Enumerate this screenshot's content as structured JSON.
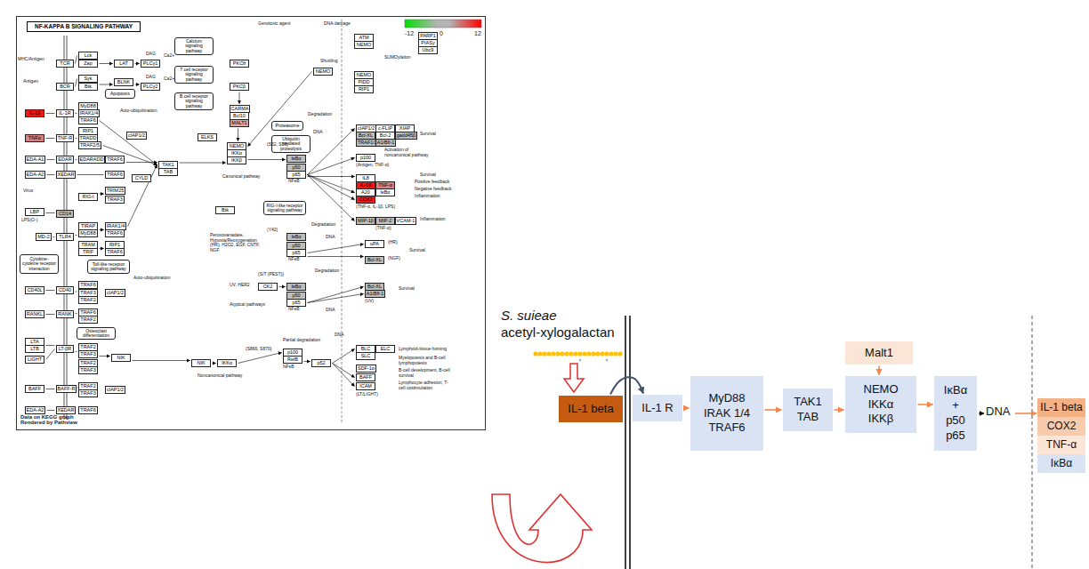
{
  "diagram": {
    "nodes": [
      {
        "text": [
          "Data on KEGG graph Rendered by Pathview"
        ]
      },
      {
        "text": [
          "NF-KAPPA B SIGNALING PATHWAY"
        ],
        "in": 0
      },
      {
        "text": [
          "IL-1β"
        ],
        "in": 0
      },
      {
        "text": [
          "TNFα"
        ],
        "in": 0
      },
      {
        "text": [
          "EDA-A1"
        ],
        "in": 0
      },
      {
        "text": [
          "EDA-A2"
        ],
        "in": 0
      },
      {
        "text": [
          "LBP"
        ],
        "in": 0
      },
      {
        "text": [
          "MD-2"
        ],
        "in": 0
      },
      {
        "text": [
          "CD40L"
        ],
        "in": 0
      },
      {
        "text": [
          "RANKL"
        ],
        "in": 0
      },
      {
        "text": [
          "LTA"
        ],
        "in": 0
      },
      {
        "text": [
          "LTB"
        ],
        "in": 0
      },
      {
        "text": [
          "LIGHT"
        ],
        "in": 0
      },
      {
        "text": [
          "BAFF"
        ],
        "in": 0
      },
      {
        "text": [
          "EDA-A2"
        ],
        "in": 0
      },
      {
        "text": [
          "Cytokine-cytokine receptor interaction"
        ],
        "in": 0
      },
      {
        "text": [
          "TCR"
        ],
        "in": 0
      },
      {
        "text": [
          "BCR"
        ],
        "in": 0
      },
      {
        "text": [
          "IL-1R"
        ],
        "in": 0
      },
      {
        "text": [
          "TNF-R"
        ],
        "in": 0
      },
      {
        "text": [
          "EDAR"
        ],
        "in": 0
      },
      {
        "text": [
          "XEDAR"
        ],
        "in": 0
      },
      {
        "text": [
          "CD14"
        ],
        "in": 0
      },
      {
        "text": [
          "TLR4"
        ],
        "in": 0
      },
      {
        "text": [
          "CD40"
        ],
        "in": 0
      },
      {
        "text": [
          "RANK"
        ],
        "in": 0
      },
      {
        "text": [
          "LT-βR"
        ],
        "in": 0
      },
      {
        "text": [
          "BAFF-R"
        ],
        "in": 0
      },
      {
        "text": [
          "XEDAR"
        ],
        "in": 0
      },
      {
        "text": [
          "Lck"
        ],
        "in": 0
      },
      {
        "text": [
          "Zap"
        ],
        "in": 0
      },
      {
        "text": [
          "Syk"
        ],
        "in": 0
      },
      {
        "text": [
          "Btk"
        ],
        "in": 0
      },
      {
        "text": [
          "MyD88"
        ],
        "in": 0
      },
      {
        "text": [
          "IRAK1/4"
        ],
        "in": 0
      },
      {
        "text": [
          "TRAF6"
        ],
        "in": 0
      },
      {
        "text": [
          "RIP1"
        ],
        "in": 0
      },
      {
        "text": [
          "TRADD"
        ],
        "in": 0
      },
      {
        "text": [
          "TRAF2/5"
        ],
        "in": 0
      },
      {
        "text": [
          "EDARADD"
        ],
        "in": 0
      },
      {
        "text": [
          "TRAF6"
        ],
        "in": 0
      },
      {
        "text": [
          "TRAF6"
        ],
        "in": 0
      },
      {
        "text": [
          "RIG-I"
        ],
        "in": 0
      },
      {
        "text": [
          "TRIM25"
        ],
        "in": 0
      },
      {
        "text": [
          "TRAF3"
        ],
        "in": 0
      },
      {
        "text": [
          "TIRAP"
        ],
        "in": 0
      },
      {
        "text": [
          "MyD88"
        ],
        "in": 0
      },
      {
        "text": [
          "TRAM"
        ],
        "in": 0
      },
      {
        "text": [
          "TRIF"
        ],
        "in": 0
      },
      {
        "text": [
          "IRAK1/4"
        ],
        "in": 0
      },
      {
        "text": [
          "TRAF6"
        ],
        "in": 0
      },
      {
        "text": [
          "RIP1"
        ],
        "in": 0
      },
      {
        "text": [
          "TRAF6"
        ],
        "in": 0
      },
      {
        "text": [
          "Toll-like receptor signaling pathway"
        ],
        "in": 0
      },
      {
        "text": [
          "TRAF6"
        ],
        "in": 0
      },
      {
        "text": [
          "TRAF3"
        ],
        "in": 0
      },
      {
        "text": [
          "TRAF2"
        ],
        "in": 0
      },
      {
        "text": [
          "cIAP1/2"
        ],
        "in": 0
      },
      {
        "text": [
          "TRAF6"
        ],
        "in": 0
      },
      {
        "text": [
          "TRAF2"
        ],
        "in": 0
      },
      {
        "text": [
          "Osteoclast differentiation"
        ],
        "in": 0
      },
      {
        "text": [
          "TRAF2"
        ],
        "in": 0
      },
      {
        "text": [
          "TRAF3"
        ],
        "in": 0
      },
      {
        "text": [
          "TRAF2"
        ],
        "in": 0
      },
      {
        "text": [
          "TRAF3"
        ],
        "in": 0
      },
      {
        "text": [
          "NIK"
        ],
        "in": 0
      },
      {
        "text": [
          "TRAF2"
        ],
        "in": 0
      },
      {
        "text": [
          "TRAF3"
        ],
        "in": 0
      },
      {
        "text": [
          "cIAP1/2"
        ],
        "in": 0
      },
      {
        "text": [
          "TRAF6"
        ],
        "in": 0
      },
      {
        "text": [
          "LAT"
        ],
        "in": 0
      },
      {
        "text": [
          "PLCγ1"
        ],
        "in": 0
      },
      {
        "text": [
          "BLNK"
        ],
        "in": 0
      },
      {
        "text": [
          "PLCγ2"
        ],
        "in": 0
      },
      {
        "text": [
          "Calcium signaling pathway"
        ],
        "in": 0
      },
      {
        "text": [
          "T cell receptor signaling pathway"
        ],
        "in": 0
      },
      {
        "text": [
          "B cell receptor signaling pathway"
        ],
        "in": 0
      },
      {
        "text": [
          "PKCθ"
        ],
        "in": 0
      },
      {
        "text": [
          "PKCβ"
        ],
        "in": 0
      },
      {
        "text": [
          "CARMA"
        ],
        "in": 0
      },
      {
        "text": [
          "Bcl10"
        ],
        "in": 0
      },
      {
        "text": [
          "MALT1"
        ],
        "in": 0
      },
      {
        "text": [
          "ELKS"
        ],
        "in": 0
      },
      {
        "text": [
          "Apoptosis"
        ],
        "in": 0
      },
      {
        "text": [
          "cIAP1/2"
        ],
        "in": 0
      },
      {
        "text": [
          "CYLD"
        ],
        "in": 0
      },
      {
        "text": [
          "TAK1"
        ],
        "in": 0
      },
      {
        "text": [
          "TAB"
        ],
        "in": 0
      },
      {
        "text": [
          "NEMO"
        ],
        "in": 0
      },
      {
        "text": [
          "IKKα"
        ],
        "in": 0
      },
      {
        "text": [
          "IKKβ"
        ],
        "in": 0
      },
      {
        "text": [
          "Proteasome"
        ],
        "in": 0
      },
      {
        "text": [
          "Ubiquitin mediated proteolysis"
        ],
        "in": 0
      },
      {
        "text": [
          "ATM"
        ],
        "in": 0
      },
      {
        "text": [
          "NEMO"
        ],
        "in": 0
      },
      {
        "text": [
          "PARP1"
        ],
        "in": 0
      },
      {
        "text": [
          "PIASy"
        ],
        "in": 0
      },
      {
        "text": [
          "Ubc9"
        ],
        "in": 0
      },
      {
        "text": [
          "NEMO"
        ],
        "in": 0
      },
      {
        "text": [
          "NEMO"
        ],
        "in": 0
      },
      {
        "text": [
          "PIDD"
        ],
        "in": 0
      },
      {
        "text": [
          "RIP1"
        ],
        "in": 0
      },
      {
        "text": [
          "IκBα"
        ],
        "in": 0
      },
      {
        "text": [
          "p50"
        ],
        "in": 0
      },
      {
        "text": [
          "p65"
        ],
        "in": 0
      },
      {
        "text": [
          "cIAP1/2"
        ],
        "in": 0
      },
      {
        "text": [
          "c-FLIP"
        ],
        "in": 0
      },
      {
        "text": [
          "XIAP"
        ],
        "in": 0
      },
      {
        "text": [
          "Bcl-XL"
        ],
        "in": 0
      },
      {
        "text": [
          "Bcl-2"
        ],
        "in": 0
      },
      {
        "text": [
          "gadd45β"
        ],
        "in": 0
      },
      {
        "text": [
          "TRAF1/2"
        ],
        "in": 0
      },
      {
        "text": [
          "A1/Bfl-1"
        ],
        "in": 0
      },
      {
        "text": [
          "p100"
        ],
        "in": 0
      },
      {
        "text": [
          "IL8"
        ],
        "in": 0
      },
      {
        "text": [
          "IL-1β"
        ],
        "in": 0
      },
      {
        "text": [
          "TNF-α"
        ],
        "in": 0
      },
      {
        "text": [
          "A20"
        ],
        "in": 0
      },
      {
        "text": [
          "IκBα"
        ],
        "in": 0
      },
      {
        "text": [
          "COX2"
        ],
        "in": 0
      },
      {
        "text": [
          "MIP-1β"
        ],
        "in": 0
      },
      {
        "text": [
          "MIP-2"
        ],
        "in": 0
      },
      {
        "text": [
          "VCAM-1"
        ],
        "in": 0
      },
      {
        "text": [
          "RIG-I-like receptor signaling pathway"
        ],
        "in": 0
      },
      {
        "text": [
          "IκBα"
        ],
        "in": 0
      },
      {
        "text": [
          "p50"
        ],
        "in": 0
      },
      {
        "text": [
          "p65"
        ],
        "in": 0
      },
      {
        "text": [
          "uPA"
        ],
        "in": 0
      },
      {
        "text": [
          "Bcl-XL"
        ],
        "in": 0
      },
      {
        "text": [
          "CK2"
        ],
        "in": 0
      },
      {
        "text": [
          "IκBα"
        ],
        "in": 0
      },
      {
        "text": [
          "p50"
        ],
        "in": 0
      },
      {
        "text": [
          "p65"
        ],
        "in": 0
      },
      {
        "text": [
          "Bcl-XL"
        ],
        "in": 0
      },
      {
        "text": [
          "A1/Bfl-1"
        ],
        "in": 0
      },
      {
        "text": [
          "Btk"
        ],
        "in": 0
      },
      {
        "text": [
          "NIK"
        ],
        "in": 0
      },
      {
        "text": [
          "IKKα"
        ],
        "in": 0
      },
      {
        "text": [
          "p100"
        ],
        "in": 0
      },
      {
        "text": [
          "RelB"
        ],
        "in": 0
      },
      {
        "text": [
          "p52"
        ],
        "in": 0
      },
      {
        "text": [
          "BLC"
        ],
        "in": 0
      },
      {
        "text": [
          "ELC"
        ],
        "in": 0
      },
      {
        "text": [
          "SLC"
        ],
        "in": 0
      },
      {
        "text": [
          "SDF-1α"
        ],
        "in": 0
      },
      {
        "text": [
          "BAFF"
        ],
        "in": 0
      },
      {
        "text": [
          "ICAM"
        ],
        "in": 0
      },
      {
        "text": [
          "IL-1 beta"
        ]
      },
      {
        "text": [
          "IL-1 R"
        ]
      },
      {
        "text": [
          "MyD88",
          "IRAK 1/4",
          "TRAF6"
        ]
      },
      {
        "text": [
          "TAK1",
          "TAB"
        ]
      },
      {
        "text": [
          "Malt1"
        ]
      },
      {
        "text": [
          "NEMO",
          "IKKα",
          "IKKβ"
        ]
      },
      {
        "text": [
          "IκBα",
          "+",
          "p50",
          "p65"
        ]
      },
      {
        "text": [
          "IL-1 beta"
        ]
      },
      {
        "text": [
          "COX2"
        ]
      },
      {
        "text": [
          "TNF-α"
        ]
      },
      {
        "text": [
          "IκBα"
        ]
      }
    ],
    "edges": [
      {
        "from": 2,
        "to": 18,
        "arrow": "none"
      },
      {
        "from": 3,
        "to": 19,
        "arrow": "none"
      },
      {
        "from": 4,
        "to": 20,
        "arrow": "none"
      },
      {
        "from": 5,
        "to": 21,
        "arrow": "none"
      },
      {
        "from": 6,
        "to": 22,
        "arrow": "none"
      },
      {
        "from": 7,
        "to": 23,
        "arrow": "none"
      },
      {
        "from": 8,
        "to": 24,
        "arrow": "none"
      },
      {
        "from": 9,
        "to": 25,
        "arrow": "none"
      },
      {
        "from": 10,
        "to": 26,
        "arrow": "none"
      },
      {
        "from": 12,
        "to": 26,
        "arrow": "none"
      },
      {
        "from": 13,
        "to": 27,
        "arrow": "none"
      },
      {
        "from": 14,
        "to": 28,
        "arrow": "none"
      },
      {
        "from": 16,
        "to": 29,
        "arrow": "none"
      },
      {
        "from": 17,
        "to": 31,
        "arrow": "none"
      },
      {
        "from": 18,
        "to": 34,
        "arrow": "none"
      },
      {
        "from": 19,
        "to": 37,
        "arrow": "none"
      },
      {
        "from": 20,
        "to": 39,
        "arrow": "none"
      },
      {
        "from": 21,
        "to": 41,
        "arrow": "none"
      },
      {
        "from": 23,
        "to": 46,
        "arrow": "none"
      },
      {
        "from": 24,
        "to": 55,
        "arrow": "none"
      },
      {
        "from": 25,
        "to": 58,
        "arrow": "none"
      },
      {
        "from": 26,
        "to": 62,
        "arrow": "none"
      },
      {
        "from": 27,
        "to": 66,
        "arrow": "none"
      },
      {
        "from": 28,
        "to": 69,
        "arrow": "none"
      },
      {
        "from": 30,
        "to": 70,
        "arrow": "to"
      },
      {
        "from": 70,
        "to": 71,
        "arrow": "to"
      },
      {
        "from": 32,
        "to": 72,
        "arrow": "to"
      },
      {
        "from": 72,
        "to": 73,
        "arrow": "to"
      },
      {
        "from": 78,
        "to": 79,
        "arrow": "to"
      },
      {
        "from": 39,
        "to": 40,
        "arrow": "to"
      },
      {
        "from": 42,
        "to": 43,
        "arrow": "to"
      },
      {
        "from": 46,
        "to": 49,
        "arrow": "to"
      },
      {
        "from": 48,
        "to": 51,
        "arrow": "to"
      },
      {
        "from": 35,
        "to": 86,
        "arrow": "to"
      },
      {
        "from": 38,
        "to": 86,
        "arrow": "to"
      },
      {
        "from": 40,
        "to": 86,
        "arrow": "to"
      },
      {
        "from": 49,
        "to": 86,
        "arrow": "to"
      },
      {
        "from": 81,
        "to": 88,
        "arrow": "to"
      },
      {
        "from": 86,
        "to": 90,
        "arrow": "to"
      },
      {
        "from": 98,
        "to": 88,
        "arrow": "to"
      },
      {
        "from": 90,
        "to": 102,
        "arrow": "to"
      },
      {
        "from": 104,
        "to": 105,
        "arrow": "to"
      },
      {
        "from": 104,
        "to": 113,
        "arrow": "to"
      },
      {
        "from": 104,
        "to": 114,
        "arrow": "to"
      },
      {
        "from": 104,
        "to": 117,
        "arrow": "to"
      },
      {
        "from": 104,
        "to": 119,
        "arrow": "to"
      },
      {
        "from": 104,
        "to": 120,
        "arrow": "to"
      },
      {
        "from": 126,
        "to": 127,
        "arrow": "to"
      },
      {
        "from": 126,
        "to": 128,
        "arrow": "to"
      },
      {
        "from": 129,
        "to": 130,
        "arrow": "to"
      },
      {
        "from": 132,
        "to": 133,
        "arrow": "to"
      },
      {
        "from": 132,
        "to": 134,
        "arrow": "to"
      },
      {
        "from": 62,
        "to": 65,
        "arrow": "to"
      },
      {
        "from": 65,
        "to": 136,
        "arrow": "to"
      },
      {
        "from": 136,
        "to": 137,
        "arrow": "to"
      },
      {
        "from": 137,
        "to": 138,
        "arrow": "to"
      },
      {
        "from": 139,
        "to": 140,
        "arrow": "to"
      },
      {
        "from": 140,
        "to": 141,
        "arrow": "to"
      },
      {
        "from": 140,
        "to": 145,
        "arrow": "to"
      },
      {
        "from": 140,
        "to": 146,
        "arrow": "to"
      },
      {
        "from": 147,
        "to": 148,
        "arrow": "to"
      },
      {
        "from": 148,
        "to": 149,
        "arrow": "to"
      },
      {
        "from": 149,
        "to": 150,
        "arrow": "to"
      },
      {
        "from": 150,
        "to": 152,
        "arrow": "to"
      },
      {
        "from": 151,
        "to": 152,
        "arrow": "to"
      },
      {
        "from": 152,
        "to": 153,
        "arrow": "to"
      }
    ],
    "labels": [
      "-12",
      "0",
      "12",
      "MHC/Antigen",
      "Antigen",
      "Virus",
      "LPS(O-)",
      "DAG",
      "DAG",
      "Ca2+",
      "Ca2+",
      "Auto-ubiquitination",
      "Auto-ubiquitination",
      "Shuttling",
      "SUMOylation",
      "Genotoxic agent",
      "DNA damage",
      "Canonical pathway",
      "(S32, S36)",
      "Degradation",
      "NFκB",
      "DNA",
      "Survival",
      "Activation of noncanonical pathway",
      "(Antigen, TNF-α)",
      "Survival",
      "Positive feedback",
      "Negative feedback",
      "Inflammation",
      "(TNF-α, IL-1β, LPS)",
      "Inflammation",
      "(TNF-α)",
      "(Y42)",
      "Degradation",
      "NFκB",
      "Peroxovanadate, Hypoxia/Reoxygenation (HR), H2O2, EGF, CNTF, NGF",
      "DNA",
      "(HR)",
      "(NGF)",
      "Survival",
      "UV, HER2",
      "(S/T (PEST))",
      "Degradation",
      "NFκB",
      "Atypical pathways",
      "DNA",
      "(UV)",
      "Survival",
      "(S866, S870)",
      "Partial degradation",
      "NFκB",
      "Noncanonical pathway",
      "DNA",
      "Lymphoid-tissue homing",
      "Myelopoiesis and B-cell lymphopoiesis",
      "B-cell development, B-cell survival",
      "Lymphocyte adhesion, T-cell costimulation",
      "(LT/LIGHT)",
      "S. suieae",
      "acetyl-xylogalactan",
      "DNA"
    ]
  }
}
